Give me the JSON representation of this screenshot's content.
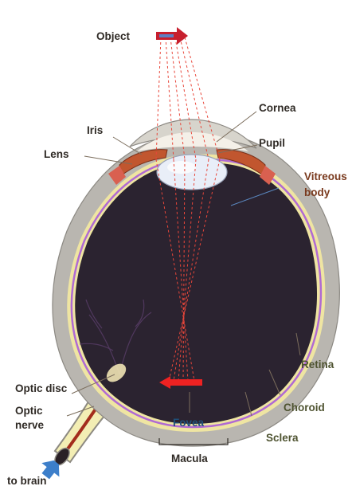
{
  "labels": {
    "object": "Object",
    "cornea": "Cornea",
    "iris": "Iris",
    "pupil": "Pupil",
    "lens": "Lens",
    "vitreous_1": "Vitreous",
    "vitreous_2": "body",
    "retina": "Retina",
    "optic_disc": "Optic disc",
    "optic_nerve_1": "Optic",
    "optic_nerve_2": "nerve",
    "choroid": "Choroid",
    "fovea": "Fovea",
    "sclera": "Sclera",
    "macula": "Macula",
    "to_brain": "to brain"
  },
  "colors": {
    "sclera": "#b9b6b0",
    "choroid": "#efe5a2",
    "retina": "#b06ad3",
    "vitreous": "#2b2330",
    "iris": "#c1562f",
    "lens": "#e9eef8",
    "object_arrow": "#c71f2e",
    "image_arrow": "#ee2222",
    "optic_nerve": "#f3eeb4",
    "brain_arrow": "#3d7fca",
    "rays": "#e8463a"
  }
}
